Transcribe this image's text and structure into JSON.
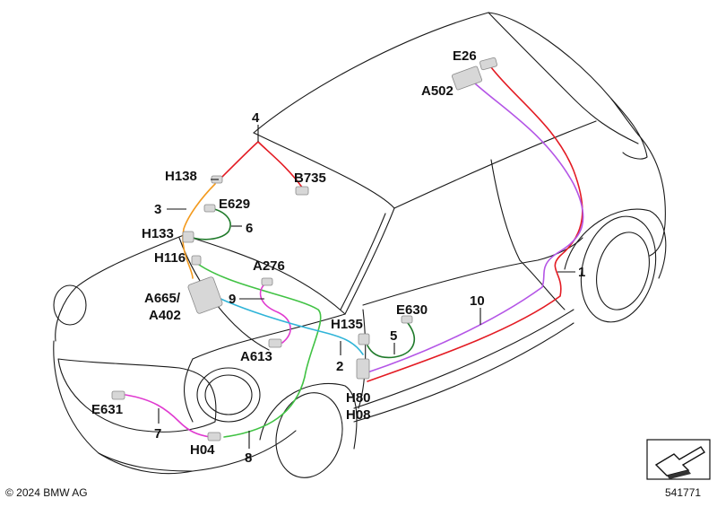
{
  "labels": {
    "e26": "E26",
    "a502": "A502",
    "n4": "4",
    "h138": "H138",
    "b735": "B735",
    "n3": "3",
    "e629": "E629",
    "n6": "6",
    "h133": "H133",
    "h116": "H116",
    "a276": "A276",
    "a665": "A665/",
    "a402": "A402",
    "n9": "9",
    "n1": "1",
    "n10": "10",
    "h135": "H135",
    "e630": "E630",
    "n5": "5",
    "a613": "A613",
    "n2": "2",
    "h80": "H80",
    "h08": "H08",
    "e631": "E631",
    "n7": "7",
    "h04": "H04",
    "n8": "8"
  },
  "footer": {
    "copyright": "© 2024 BMW AG",
    "image_number": "541771"
  },
  "colors": {
    "red": "#e31b23",
    "purple": "#b455e6",
    "orange": "#f39a1e",
    "green": "#41c244",
    "dark_green": "#1f7a2a",
    "cyan": "#2fb4d8",
    "magenta": "#e03ad0"
  }
}
